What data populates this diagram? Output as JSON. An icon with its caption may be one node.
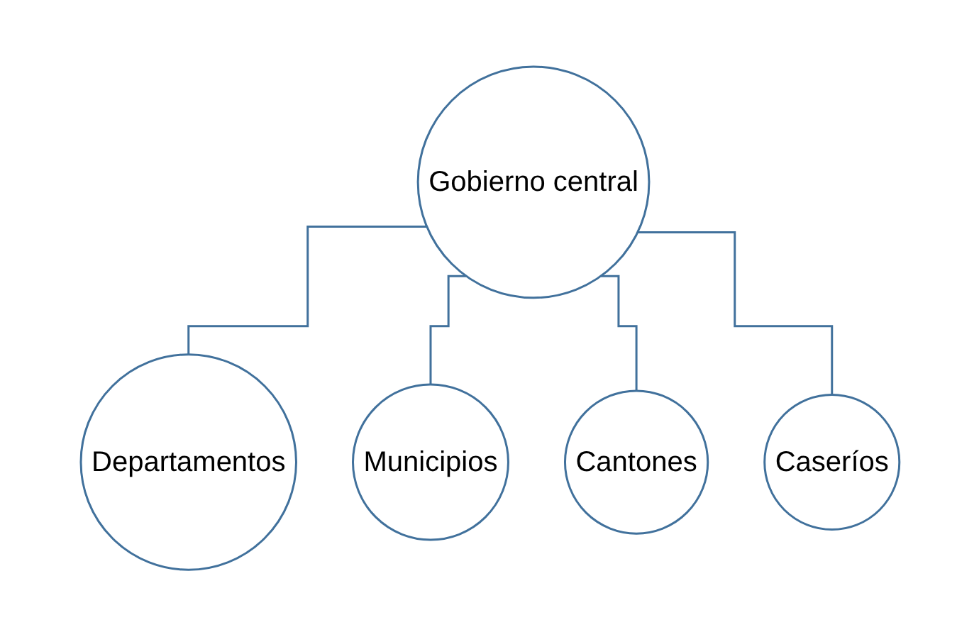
{
  "diagram": {
    "nodes": [
      {
        "text": [
          "Gobierno central"
        ]
      },
      {
        "text": [
          "Departamentos"
        ]
      },
      {
        "text": [
          "Municipios"
        ]
      },
      {
        "text": [
          "Cantones"
        ]
      },
      {
        "text": [
          "Caseríos"
        ]
      }
    ],
    "edges": [
      {
        "from": 0,
        "to": 1,
        "arrow": "none"
      },
      {
        "from": 0,
        "to": 2,
        "arrow": "none"
      },
      {
        "from": 0,
        "to": 3,
        "arrow": "none"
      },
      {
        "from": 0,
        "to": 4,
        "arrow": "none"
      }
    ]
  }
}
